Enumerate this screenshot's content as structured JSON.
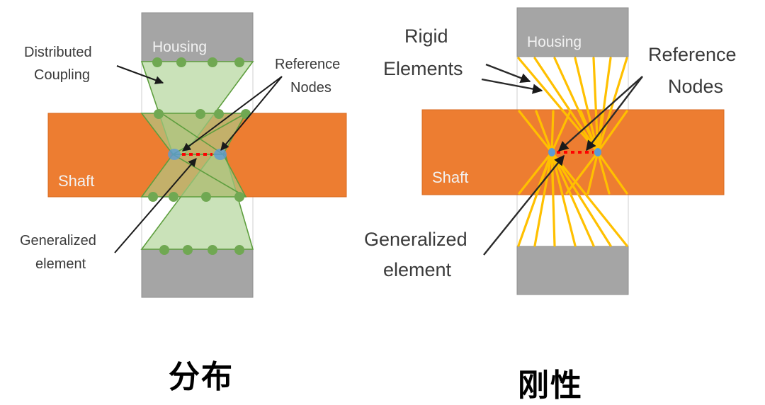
{
  "left_panel": {
    "housing_label": "Housing",
    "shaft_label": "Shaft",
    "coupling_label_line1": "Distributed",
    "coupling_label_line2": "Coupling",
    "reference_label_line1": "Reference",
    "reference_label_line2": "Nodes",
    "generalized_label_line1": "Generalized",
    "generalized_label_line2": "element",
    "caption": "分布"
  },
  "right_panel": {
    "housing_label": "Housing",
    "shaft_label": "Shaft",
    "rigid_label_line1": "Rigid",
    "rigid_label_line2": "Elements",
    "reference_label_line1": "Reference",
    "reference_label_line2": "Nodes",
    "generalized_label_line1": "Generalized",
    "generalized_label_line2": "element",
    "caption": "刚性"
  },
  "colors": {
    "housing": "#a5a5a5",
    "shaft": "#ed7d31",
    "coupling_fill": "#a9d18e",
    "coupling_stroke": "#5e9e3e",
    "coupling_node": "#70a852",
    "rigid_element": "#ffc000",
    "reference_node": "#5b9bd5",
    "generalized_element": "#ff0000",
    "arrow": "#1a1a1a"
  }
}
